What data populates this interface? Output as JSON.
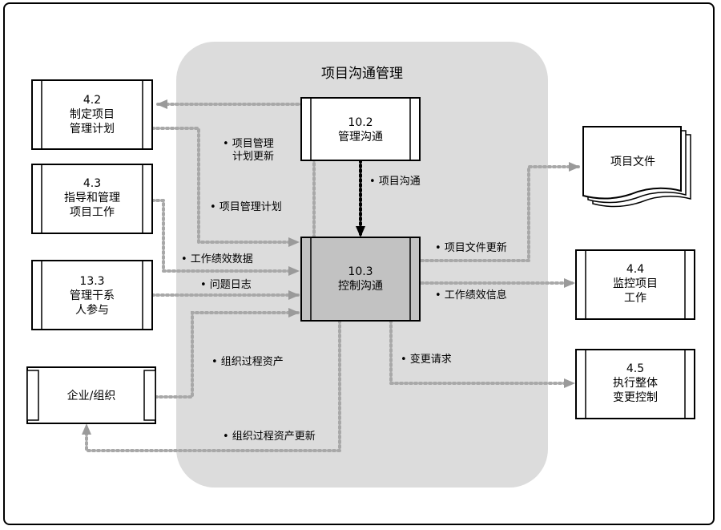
{
  "title": "项目沟通管理",
  "boxes": {
    "p42": {
      "num": "4.2",
      "line1": "制定项目",
      "line2": "管理计划"
    },
    "p43": {
      "num": "4.3",
      "line1": "指导和管理",
      "line2": "项目工作"
    },
    "p133": {
      "num": "13.3",
      "line1": "管理干系",
      "line2": "人参与"
    },
    "org": {
      "label": "企业/组织"
    },
    "p102": {
      "num": "10.2",
      "line1": "管理沟通"
    },
    "p103": {
      "num": "10.3",
      "line1": "控制沟通"
    },
    "docs": {
      "label": "项目文件"
    },
    "p44": {
      "num": "4.4",
      "line1": "监控项目",
      "line2": "工作"
    },
    "p45": {
      "num": "4.5",
      "line1": "执行整体",
      "line2": "变更控制"
    }
  },
  "flows": {
    "plan_update_1": "• 项目管理",
    "plan_update_2": "计划更新",
    "comm": "• 项目沟通",
    "plan": "• 项目管理计划",
    "perf_data": "• 工作绩效数据",
    "issue_log": "• 问题日志",
    "opa": "• 组织过程资产",
    "opa_update": "• 组织过程资产更新",
    "doc_update": "• 项目文件更新",
    "perf_info": "• 工作绩效信息",
    "change_req": "• 变更请求"
  }
}
